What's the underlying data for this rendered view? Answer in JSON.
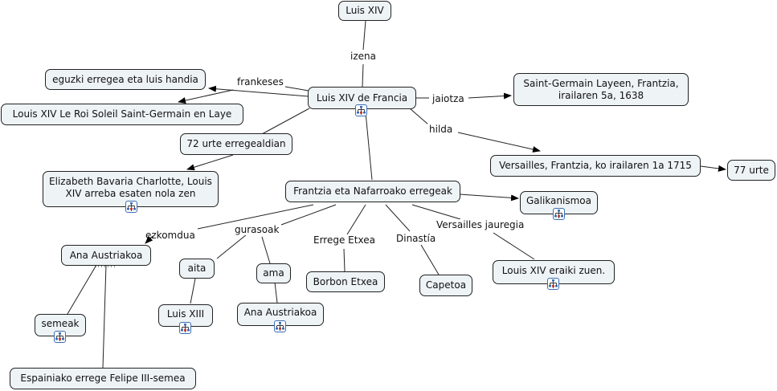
{
  "concepts": {
    "luis_xiv": "Luis XIV",
    "luis_xiv_francia": "Luis XIV de Francia",
    "eguzki": "eguzki erregea eta luis handia",
    "le_roi": "Louis XIV Le Roi Soleil  Saint-Germain en Laye",
    "saint_germain": "Saint-Germain  Layeen, Frantzia, irailaren 5a, 1638",
    "versailles": "Versailles, Frantzia, ko irailaren 1a 1715",
    "urte77": "77 urte",
    "urte72": "72 urte erregealdian",
    "elizabeth": "Elizabeth Bavaria Charlotte, Louis XIV arreba esaten nola zen",
    "frantzia": "Frantzia eta Nafarroako erregeak",
    "galikanismoa": "Galikanismoa",
    "ana1": "Ana Austriakoa",
    "aita": "aita",
    "ama": "ama",
    "borbon": "Borbon Etxea",
    "capetoa": "Capetoa",
    "eraiki": "Louis XIV eraiki zuen.",
    "semeak": "semeak",
    "luis_xiii": "Luis XIII",
    "ana2": "Ana Austriakoa",
    "felipe": "Espainiako errege Felipe III-semea"
  },
  "link_labels": {
    "izena": "izena",
    "frankeses": "frankeses",
    "jaiotza": "jaiotza",
    "hilda": "hilda",
    "ezkomdua": "ezkomdua",
    "gurasoak": "gurasoak",
    "erregeetxea": "Errege Etxea",
    "dinastia": "Dinastía",
    "versailles_jauregia": "Versailles jauregia"
  },
  "icons": {
    "submap": "submap-icon"
  },
  "colors": {
    "node_fill": "#eef3f6",
    "node_border": "#222222",
    "icon_border": "#3a6db5"
  }
}
